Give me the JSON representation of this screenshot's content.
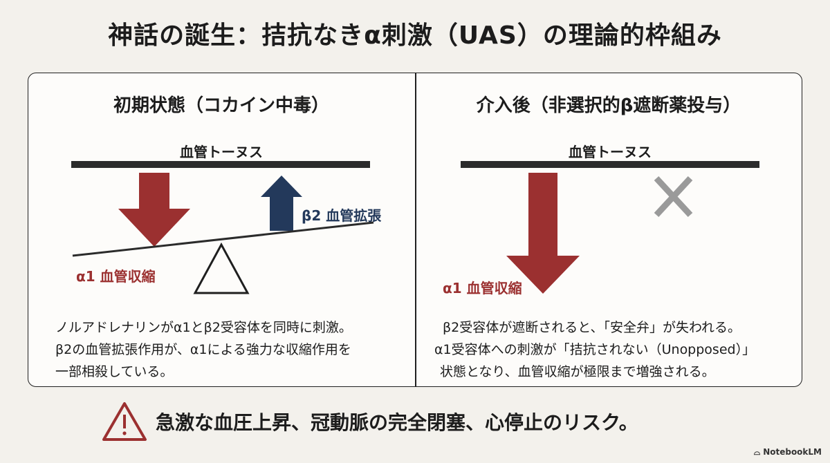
{
  "title": "神話の誕生：拮抗なきα刺激（UAS）の理論的枠組み",
  "left": {
    "heading": "初期状態（コカイン中毒）",
    "tone_label": "血管トーヌス",
    "alpha_label": "α1 血管収縮",
    "beta_label": "β2 血管拡張",
    "body": [
      "ノルアドレナリンがα1とβ2受容体を同時に刺激。",
      "β2の血管拡張作用が、α1による強力な収縮作用を",
      "一部相殺している。"
    ]
  },
  "right": {
    "heading": "介入後（非選択的β遮断薬投与）",
    "tone_label": "血管トーヌス",
    "alpha_label": "α1 血管収縮",
    "body": [
      "β2受容体が遮断されると、「安全弁」が失われる。",
      "α1受容体への刺激が「拮抗されない（Unopposed）」",
      "状態となり、血管収縮が極限まで増強される。"
    ]
  },
  "footer": {
    "warning": "急激な血圧上昇、冠動脈の完全閉塞、心停止のリスク。",
    "icon": "warning-triangle-icon"
  },
  "brand": "NotebookLM",
  "colors": {
    "alpha_red": "#9b3030",
    "beta_blue": "#23395b",
    "blocked_gray": "#9a9a9a"
  }
}
